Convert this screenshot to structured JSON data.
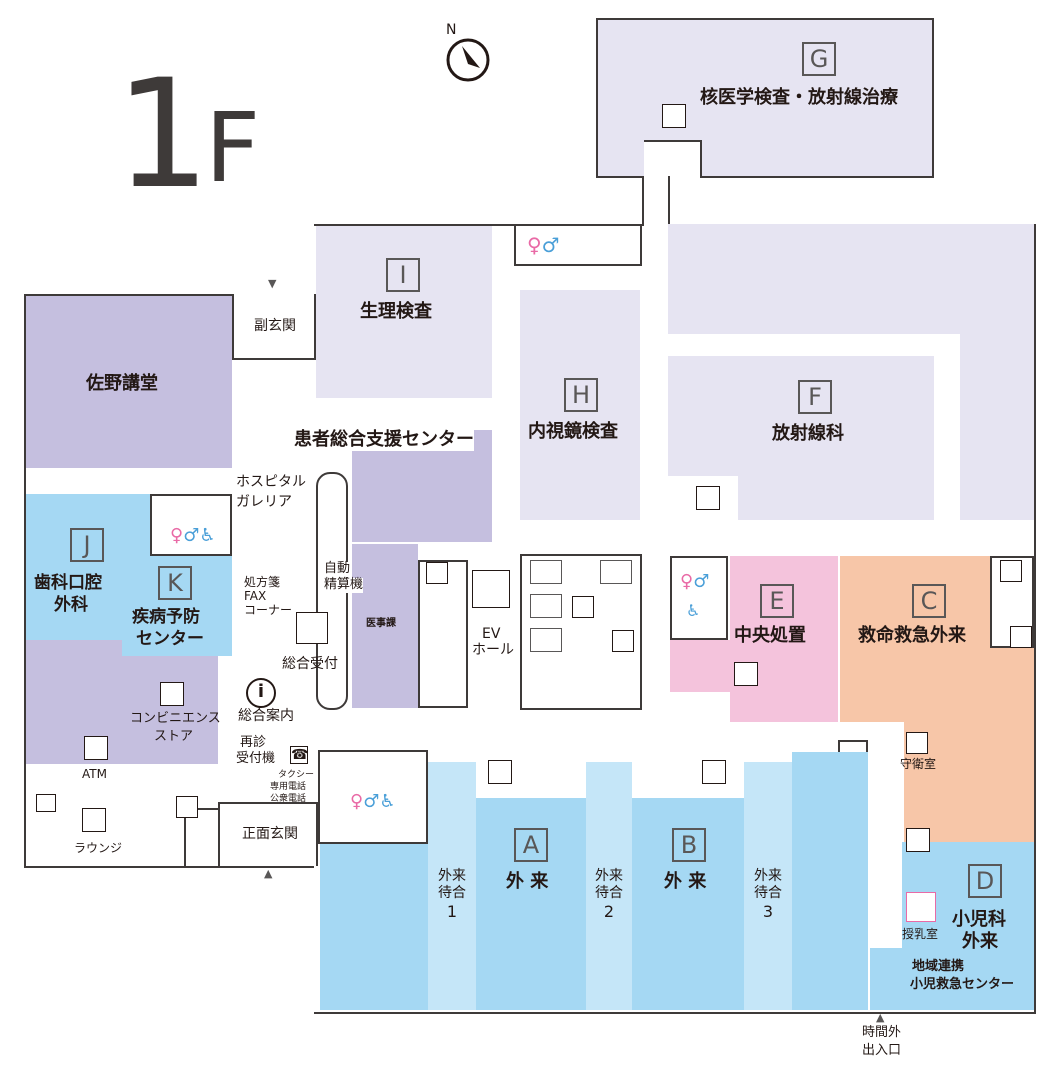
{
  "floor": {
    "number": "1",
    "letter": "F",
    "north": "N"
  },
  "zones": {
    "G": {
      "letter": "G",
      "name": "核医学検査・放射線治療"
    },
    "I": {
      "letter": "I",
      "name": "生理検査"
    },
    "H": {
      "letter": "H",
      "name": "内視鏡検査"
    },
    "F": {
      "letter": "F",
      "name": "放射線科"
    },
    "E": {
      "letter": "E",
      "name": "中央処置"
    },
    "C": {
      "letter": "C",
      "name": "救命救急外来"
    },
    "D": {
      "letter": "D",
      "name_line1": "小児科",
      "name_line2": "外来"
    },
    "J": {
      "letter": "J",
      "name_line1": "歯科口腔",
      "name_line2": "外科"
    },
    "K": {
      "letter": "K",
      "name_line1": "疾病予防",
      "name_line2": "センター"
    },
    "A": {
      "letter": "A",
      "name": "外 来"
    },
    "B": {
      "letter": "B",
      "name": "外 来"
    }
  },
  "labels": {
    "sano": "佐野講堂",
    "support_center": "患者総合支援センター",
    "side_entrance": "副玄関",
    "hospital_gallery_1": "ホスピタル",
    "hospital_gallery_2": "ガレリア",
    "auto_payment_1": "自動",
    "auto_payment_2": "精算機",
    "prescription_1": "処方箋",
    "prescription_2": "FAX",
    "prescription_3": "コーナー",
    "medical_affairs": "医事課",
    "general_reception": "総合受付",
    "general_info": "総合案内",
    "ev_hall_1": "EV",
    "ev_hall_2": "ホール",
    "convenience_1": "コンビニエンス",
    "convenience_2": "ストア",
    "re_visit_1": "再診",
    "re_visit_2": "受付機",
    "taxi_1": "タクシー",
    "taxi_2": "専用電話",
    "taxi_3": "公衆電話",
    "atm": "ATM",
    "lounge": "ラウンジ",
    "main_entrance": "正面玄関",
    "guard_room": "守衛室",
    "nursing_room": "授乳室",
    "regional_1": "地域連携",
    "regional_2": "小児救急センター",
    "after_hours_1": "時間外",
    "after_hours_2": "出入口",
    "waiting_1a": "外来",
    "waiting_1b": "待合",
    "waiting_1c": "1",
    "waiting_2a": "外来",
    "waiting_2b": "待合",
    "waiting_2c": "2",
    "waiting_3a": "外来",
    "waiting_3b": "待合",
    "waiting_3c": "3"
  },
  "colors": {
    "lavender": "#e6e4f2",
    "purple": "#c5bfdf",
    "blue": "#a5d8f3",
    "light_blue": "#c5e6f8",
    "pink": "#f4c3dc",
    "salmon": "#f7c6a8",
    "wall": "#3e3a39",
    "corridor": "#ffffff"
  }
}
